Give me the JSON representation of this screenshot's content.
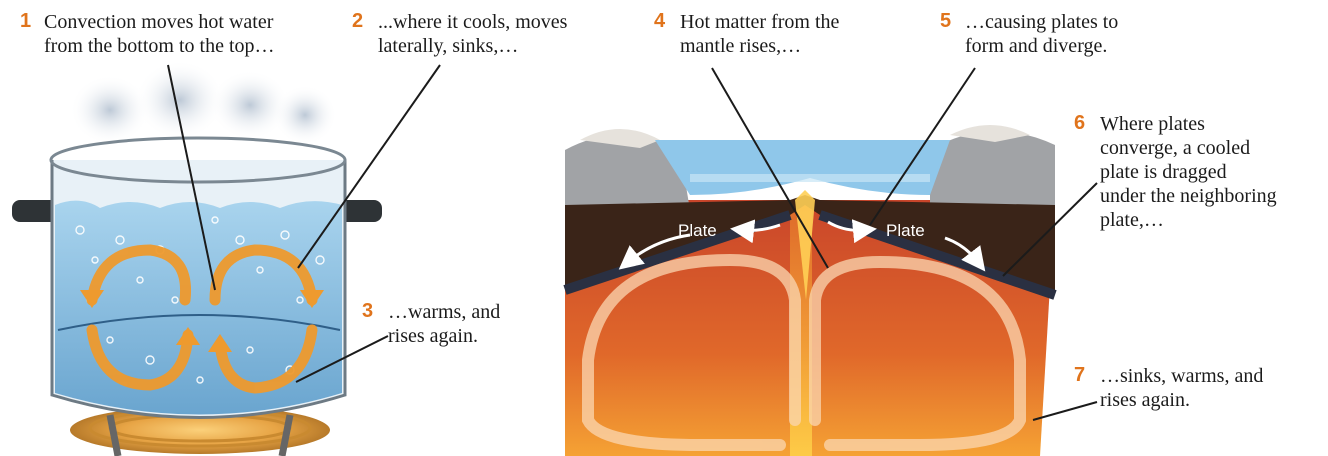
{
  "callouts": [
    {
      "number": "1",
      "lines": [
        "Convection moves hot water",
        "from the bottom to the top…"
      ]
    },
    {
      "number": "2",
      "lines": [
        "...where it cools, moves",
        "laterally, sinks,…"
      ]
    },
    {
      "number": "3",
      "lines": [
        "…warms, and",
        "rises again."
      ]
    },
    {
      "number": "4",
      "lines": [
        "Hot matter from the",
        "mantle rises,…"
      ]
    },
    {
      "number": "5",
      "lines": [
        "…causing plates to",
        "form and diverge."
      ]
    },
    {
      "number": "6",
      "lines": [
        "Where plates",
        "converge, a cooled",
        "plate is dragged",
        "under the neighboring",
        "plate,…"
      ]
    },
    {
      "number": "7",
      "lines": [
        "…sinks, warms, and",
        "rises again."
      ]
    }
  ],
  "plates": {
    "left_label": "Plate",
    "right_label": "Plate"
  },
  "colors": {
    "number": "#e0741c",
    "water": "#8cc2e2",
    "arrow_orange": "#f0a030",
    "mantle": "#d9552a",
    "crust": "#3a2418",
    "ocean": "#8fc7ea"
  }
}
